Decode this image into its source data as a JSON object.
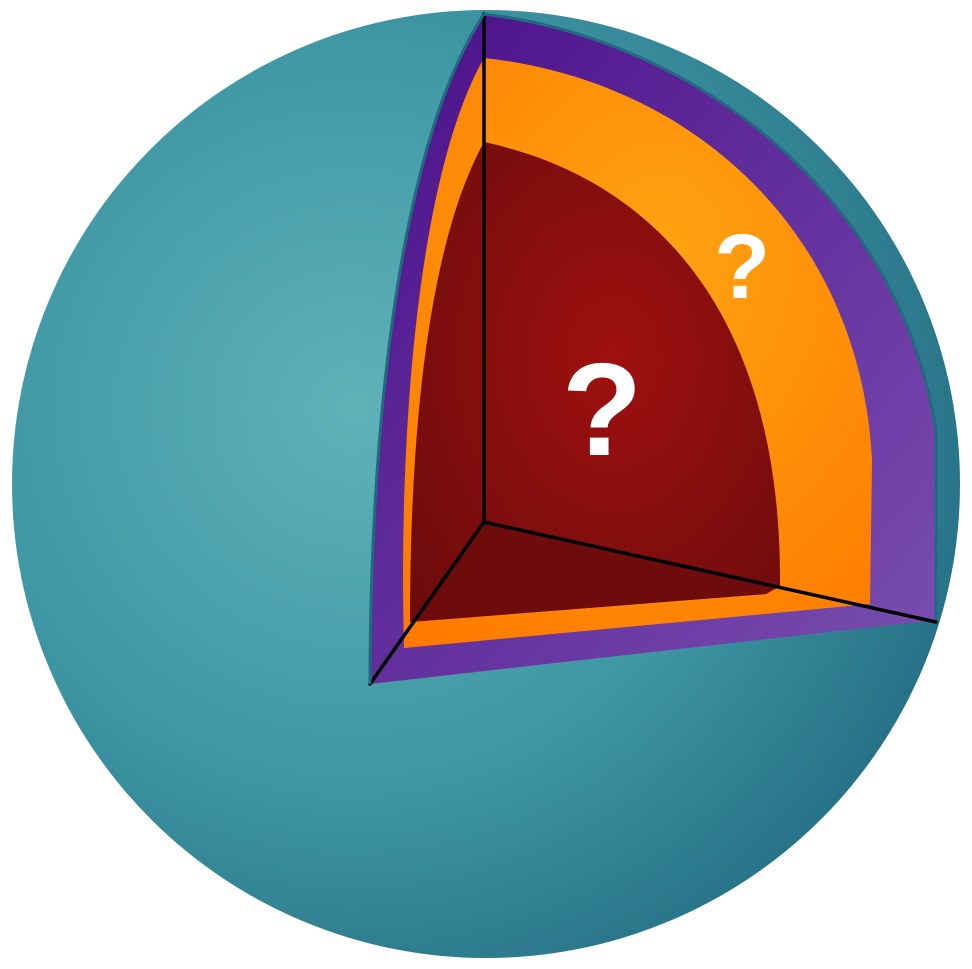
{
  "colors": {
    "background": "#ffffff",
    "sphere_light": "#5fb2b8",
    "sphere_mid": "#3f97a4",
    "sphere_dark": "#226a80",
    "outer_layer": "#4b0f8a",
    "outer_layer_light": "#7a4fb0",
    "middle_layer": "#ff7a00",
    "middle_layer_light": "#ffa312",
    "core": "#a01010",
    "core_dark": "#6e0c0c",
    "cut_edge": "#000000",
    "label": "#ffffff"
  },
  "layers": {
    "surface": {
      "name": "sphere-surface",
      "label": ""
    },
    "outer": {
      "name": "outer-layer",
      "label": ""
    },
    "middle": {
      "name": "middle-layer",
      "label": "?"
    },
    "core": {
      "name": "core",
      "label": "?"
    }
  }
}
